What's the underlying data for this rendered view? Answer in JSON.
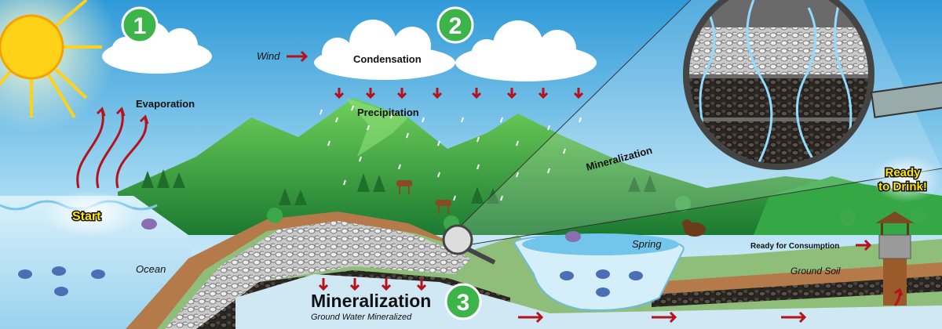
{
  "steps": {
    "one": "1",
    "two": "2",
    "three": "3"
  },
  "labels": {
    "wind": "Wind",
    "condensation": "Condensation",
    "evaporation": "Evaporation",
    "precipitation": "Precipitation",
    "mountain_mineralization": "Mineralization",
    "start": "Start",
    "ocean": "Ocean",
    "spring": "Spring",
    "ready_to_drink_line1": "Ready",
    "ready_to_drink_line2": "to Drink!",
    "ready_for_consumption": "Ready for Consumption",
    "ground_soil": "Ground Soil",
    "mineralization_title": "Mineralization",
    "mineralization_subtitle": "Ground Water Mineralized"
  },
  "colors": {
    "step_badge": "#3cb44a",
    "arrow": "#b5121b",
    "mountain": "#2e9e3e",
    "soil": "#b57a4a"
  }
}
